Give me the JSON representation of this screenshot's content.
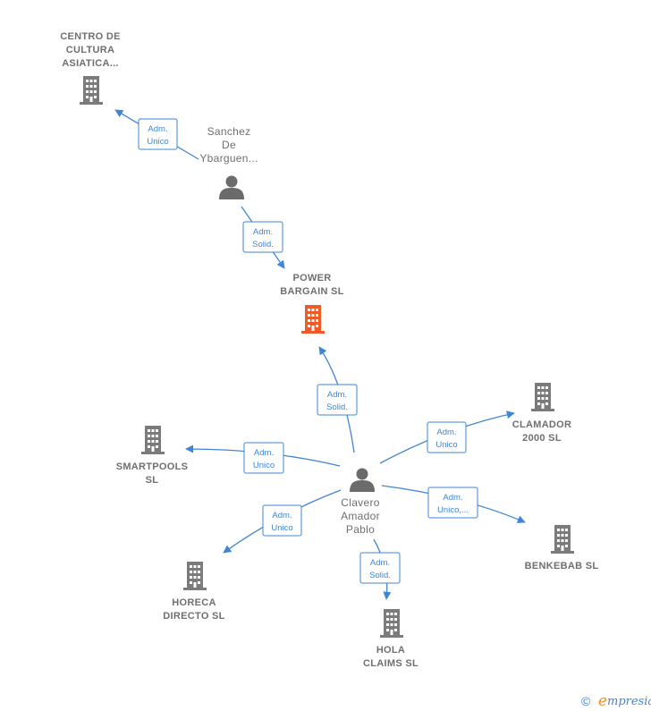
{
  "colors": {
    "edge": "#3f86d6",
    "building": "#7b7b7b",
    "building_focus": "#f05a28",
    "person": "#6b6b6b",
    "text": "#6f6f6f"
  },
  "nodes": {
    "centro": {
      "lines": [
        "CENTRO DE",
        "CULTURA",
        "ASIATICA..."
      ],
      "icon": "building-icon"
    },
    "sanchez": {
      "lines": [
        "Sanchez",
        "De",
        "Ybarguen..."
      ],
      "icon": "person-icon"
    },
    "power": {
      "lines": [
        "POWER",
        "BARGAIN  SL"
      ],
      "icon": "building-icon"
    },
    "clamador": {
      "lines": [
        "CLAMADOR",
        "2000 SL"
      ],
      "icon": "building-icon"
    },
    "smartpools": {
      "lines": [
        "SMARTPOOLS",
        "SL"
      ],
      "icon": "building-icon"
    },
    "clavero": {
      "lines": [
        "Clavero",
        "Amador",
        "Pablo"
      ],
      "icon": "person-icon"
    },
    "benkebab": {
      "lines": [
        "BENKEBAB  SL"
      ],
      "icon": "building-icon"
    },
    "horeca": {
      "lines": [
        "HORECA",
        "DIRECTO SL"
      ],
      "icon": "building-icon"
    },
    "hola": {
      "lines": [
        "HOLA",
        "CLAIMS  SL"
      ],
      "icon": "building-icon"
    }
  },
  "edges": {
    "sanchez_centro": [
      "Adm.",
      "Unico"
    ],
    "sanchez_power": [
      "Adm.",
      "Solid."
    ],
    "clavero_power": [
      "Adm.",
      "Solid."
    ],
    "clavero_clamador": [
      "Adm.",
      "Unico"
    ],
    "clavero_smartpools": [
      "Adm.",
      "Unico"
    ],
    "clavero_benkebab": [
      "Adm.",
      "Unico,..."
    ],
    "clavero_horeca": [
      "Adm.",
      "Unico"
    ],
    "clavero_hola": [
      "Adm.",
      "Solid."
    ]
  },
  "watermark": {
    "copyright": "©",
    "brand_initial": "e",
    "brand_rest": "mpresia"
  }
}
